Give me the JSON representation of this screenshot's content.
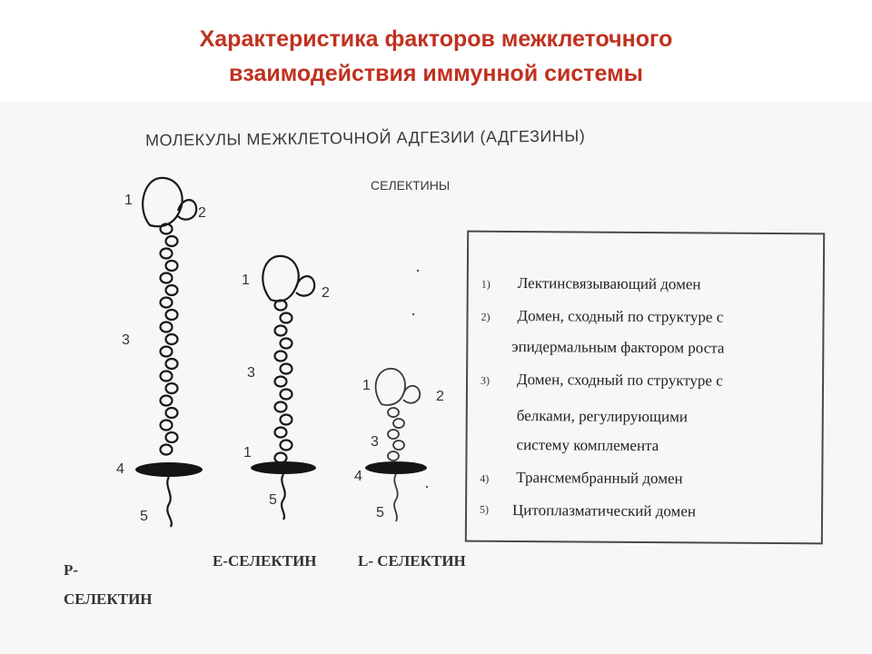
{
  "title_line1": "Характеристика факторов межклеточного",
  "title_line2": "взаимодействия иммунной системы",
  "scan_header": "МОЛЕКУЛЫ МЕЖКЛЕТОЧНОЙ АДГЕЗИИ (АДГЕЗИНЫ)",
  "selectins_label": "СЕЛЕКТИНЫ",
  "legend": {
    "n1": "1)",
    "t1": "Лектинсвязывающий домен",
    "n2": "2)",
    "t2a": "Домен, сходный по структуре с",
    "t2b": "эпидермальным фактором роста",
    "n3": "3)",
    "t3a": "Домен, сходный по структуре  с",
    "t3b": "белками, регулирующими",
    "t3c": "систему комплемента",
    "n4": "4)",
    "t4": "Трансмембранный домен",
    "n5": "5)",
    "t5": "Цитоплазматический домен"
  },
  "labels": {
    "p1": "1",
    "p2": "2",
    "p3": "3",
    "p4": "4",
    "p5": "5",
    "e1": "1",
    "e2": "2",
    "e3": "3",
    "e4": "1",
    "e5": "5",
    "l1": "1",
    "l2": "2",
    "l3": "3",
    "l4": "4",
    "l5": "5"
  },
  "captions": {
    "p_line1": "Р-",
    "p_line2": "СЕЛЕКТИН",
    "e": "Е-СЕЛЕКТИН",
    "l": "L-  СЕЛЕКТИН"
  }
}
